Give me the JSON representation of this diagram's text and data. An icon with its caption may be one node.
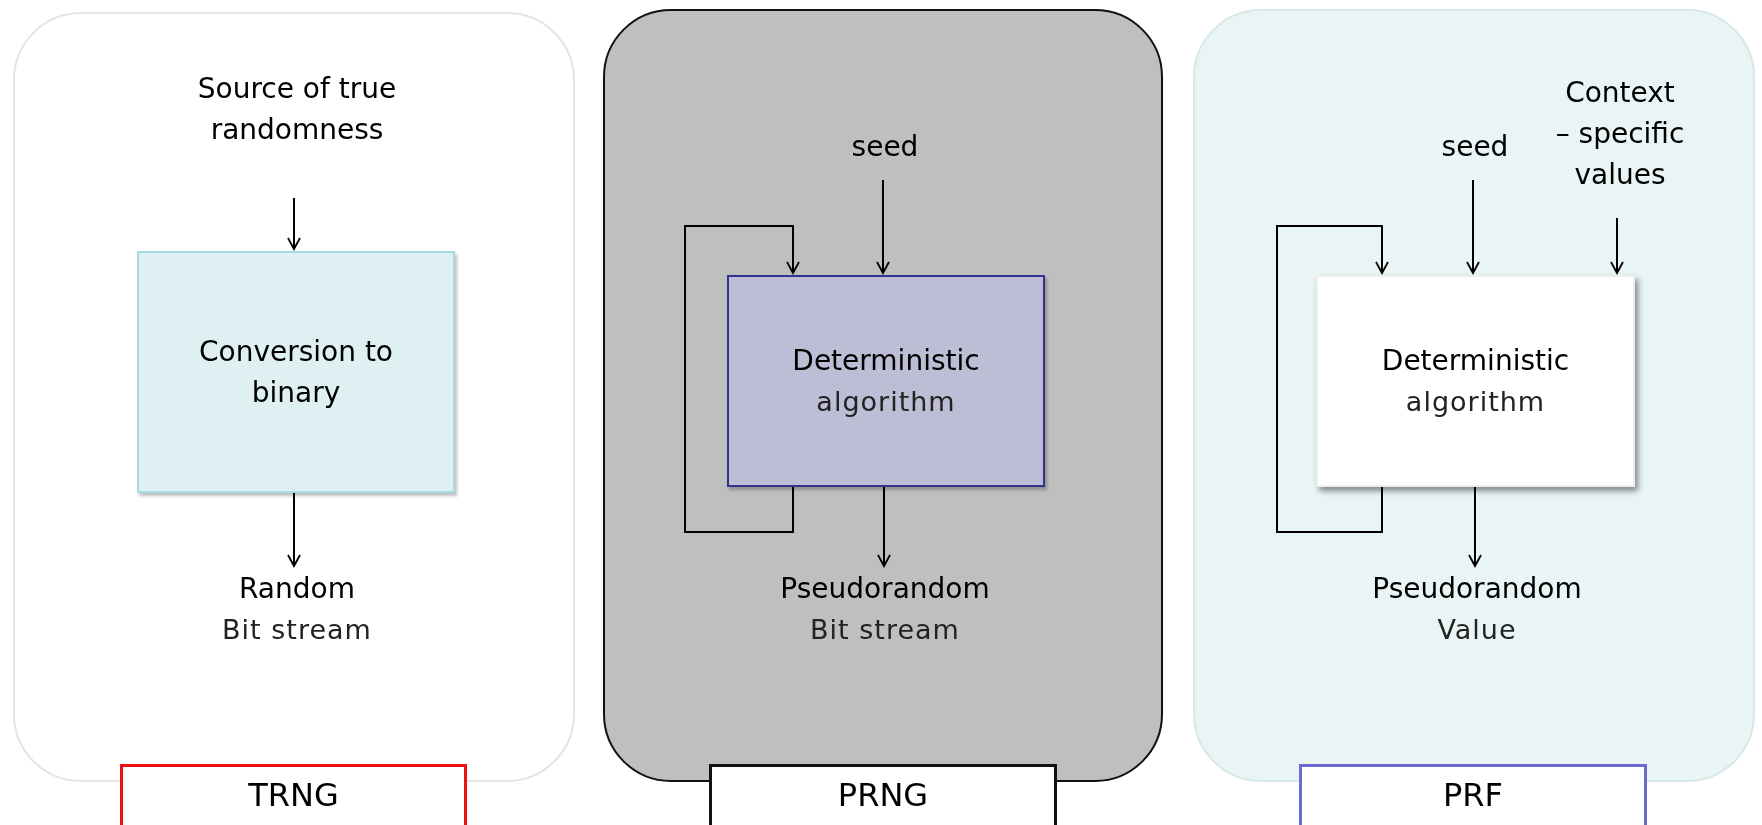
{
  "diagram": {
    "nodes": [
      {
        "text": [],
        "shape": "box"
      },
      {
        "text": [
          "Source of true randomness"
        ],
        "in": 0
      },
      {
        "text": [
          "Conversion to binary"
        ],
        "in": 0
      },
      {
        "text": [
          "Random",
          "Bit stream"
        ],
        "in": 0
      },
      {
        "text": [
          "TRNG"
        ]
      },
      {
        "text": [],
        "shape": "box"
      },
      {
        "text": [
          "seed"
        ],
        "in": 5
      },
      {
        "text": [
          "Deterministic",
          "algorithm"
        ],
        "in": 5
      },
      {
        "text": [
          "Pseudorandom",
          "Bit stream"
        ],
        "in": 5
      },
      {
        "text": [
          "PRNG"
        ]
      },
      {
        "text": [],
        "shape": "box"
      },
      {
        "text": [
          "seed"
        ],
        "in": 10
      },
      {
        "text": [
          "Context – specific values"
        ],
        "in": 10
      },
      {
        "text": [
          "Deterministic",
          "algorithm"
        ],
        "in": 10
      },
      {
        "text": [
          "Pseudorandom",
          "Value"
        ],
        "in": 10
      },
      {
        "text": [
          "PRF"
        ]
      }
    ],
    "edges": [
      {
        "from": 1,
        "to": 2,
        "arrow": "to"
      },
      {
        "from": 2,
        "to": 3,
        "arrow": "to"
      },
      {
        "from": 6,
        "to": 7,
        "arrow": "to"
      },
      {
        "from": 7,
        "to": 7,
        "arrow": "to"
      },
      {
        "from": 7,
        "to": 8,
        "arrow": "to"
      },
      {
        "from": 11,
        "to": 13,
        "arrow": "to"
      },
      {
        "from": 12,
        "to": 13,
        "arrow": "to"
      },
      {
        "from": 13,
        "to": 13,
        "arrow": "to"
      },
      {
        "from": 13,
        "to": 14,
        "arrow": "to"
      }
    ]
  }
}
